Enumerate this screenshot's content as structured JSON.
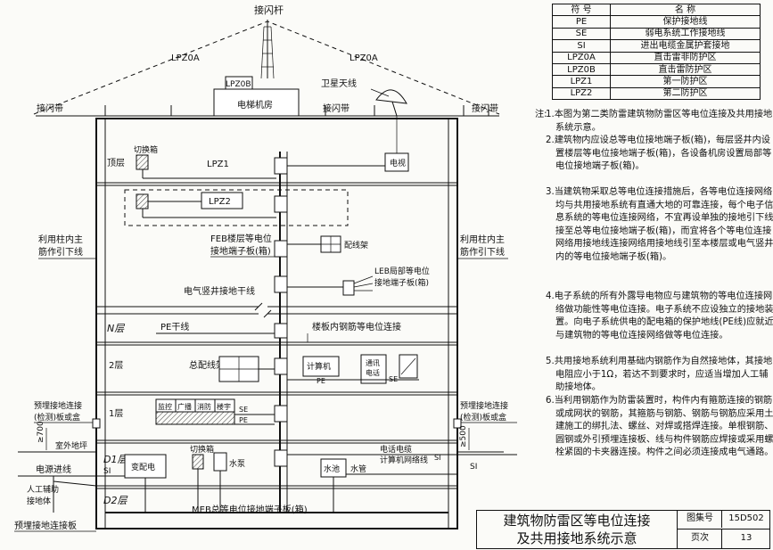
{
  "legend": {
    "headers": [
      "符 号",
      "名 称"
    ],
    "rows": [
      [
        "PE",
        "保护接地线"
      ],
      [
        "SE",
        "弱电系统工作接地线"
      ],
      [
        "SI",
        "进出电缆金属护套接地"
      ],
      [
        "LPZ0A",
        "直击雷非防护区"
      ],
      [
        "LPZ0B",
        "直击雷防护区"
      ],
      [
        "LPZ1",
        "第一防护区"
      ],
      [
        "LPZ2",
        "第二防护区"
      ]
    ]
  },
  "notes": {
    "heading": "注:",
    "items": [
      "1.本图为第二类防雷建筑物防雷区等电位连接及共用接地系统示意。",
      "2.建筑物内应设总等电位接地端子板(箱)，每层竖井内设置楼层等电位接地端子板(箱)，各设备机房设置局部等电位接地端子板(箱)。",
      "3.当建筑物采取总等电位连接措施后，各等电位连接网络均与共用接地系统有直通大地的可靠连接，每个电子信息系统的等电位连接网络，不宜再设单独的接地引下线接至总等电位接地端子板(箱)，而宜将各个等电位连接网络用接地线连接网络用接地线引至本楼层或电气竖井内的等电位接地端子板(箱)。",
      "4.电子系统的所有外露导电物应与建筑物的等电位连接网络做功能性等电位连接。电子系统不应设独立的接地装置。向电子系统供电的配电箱的保护地线(PE线)应就近与建筑物的等电位连接网络做等电位连接。",
      "5.共用接地系统利用基础内钢筋作为自然接地体，其接地电阻应小于1Ω，若达不到要求时，应适当增加人工辅助接地体。",
      "6.当利用钢筋作为防雷装置时，构件内有箍筋连接的钢筋或成网状的钢筋，其箍筋与钢筋、钢筋与钢筋应采用土建施工的绑扎法、螺丝、对焊或搭焊连接。单根钢筋、圆钢或外引预埋连接板、线与构件钢筋应焊接或采用螺栓紧固的卡夹器连接。构件之间必须连接成电气通路。"
    ]
  },
  "title_block": {
    "title_line1": "建筑物防雷区等电位连接",
    "title_line2": "及共用接地系统示意",
    "atlas_label": "图集号",
    "atlas_value": "15D502",
    "page_label": "页次",
    "page_value": "13"
  },
  "diagram": {
    "lightning_rod": "接闪杆",
    "lpz0a_left": "LPZ0A",
    "lpz0a_right": "LPZ0A",
    "lpz0b": "LPZ0B",
    "air_term_left": "接闪带",
    "air_term_mid": "接闪带",
    "air_term_right": "接闪带",
    "elevator_room": "电梯机房",
    "satellite": "卫星天线",
    "top_floor": "顶层",
    "lpz1": "LPZ1",
    "lpz2": "LPZ2",
    "junction_box_top": "切换箱",
    "tv": "电视",
    "col_left_1": "利用柱内主",
    "col_left_2": "筋作引下线",
    "col_right_1": "利用柱内主",
    "col_right_2": "筋作引下线",
    "feb_1": "FEB楼层等电位",
    "feb_2": "接地端子板(箱)",
    "distribution_frame": "配线架",
    "leb_1": "LEB局部等电位",
    "leb_2": "接地端子板(箱)",
    "shaft_trunk": "电气竖井接地干线",
    "floor_n": "N层",
    "pe_trunk": "PE干线",
    "slab_rebar": "楼板内钢筋等电位连接",
    "floor_2": "2层",
    "main_frame": "总配线架",
    "computer": "计算机",
    "telecom_1": "通讯",
    "telecom_2": "电话",
    "se": "SE",
    "pe": "PE",
    "floor_1": "1层",
    "monitor": "监控",
    "broadcast": "广播",
    "fire": "消防",
    "building": "楼宇",
    "pre_left_1": "预埋接地连接",
    "pre_left_2": "(检测)板或盒",
    "pre_right_1": "预埋接地连接",
    "pre_right_2": "(检测)板或盒",
    "dim_left": "≥700",
    "dim_right": "≥500",
    "outdoor_ground": "室外地坪",
    "floor_d1": "D1层",
    "power_cable": "电源进线",
    "si_left": "SI",
    "si_mid": "SI",
    "si_right": "SI",
    "main_panel": "变配电",
    "junction_box_d1": "切换箱",
    "water_pump": "水泵",
    "water_tank": "水池",
    "water_pipe": "水管",
    "telecom_cable_1": "电话电缆",
    "telecom_cable_2": "计算机网络线",
    "aux_ground_1": "人工辅助",
    "aux_ground_2": "接地体",
    "floor_d2": "D2层",
    "meb": "MEB总等电位接地端子板(箱)",
    "pre_bottom": "预埋接地连接板"
  }
}
